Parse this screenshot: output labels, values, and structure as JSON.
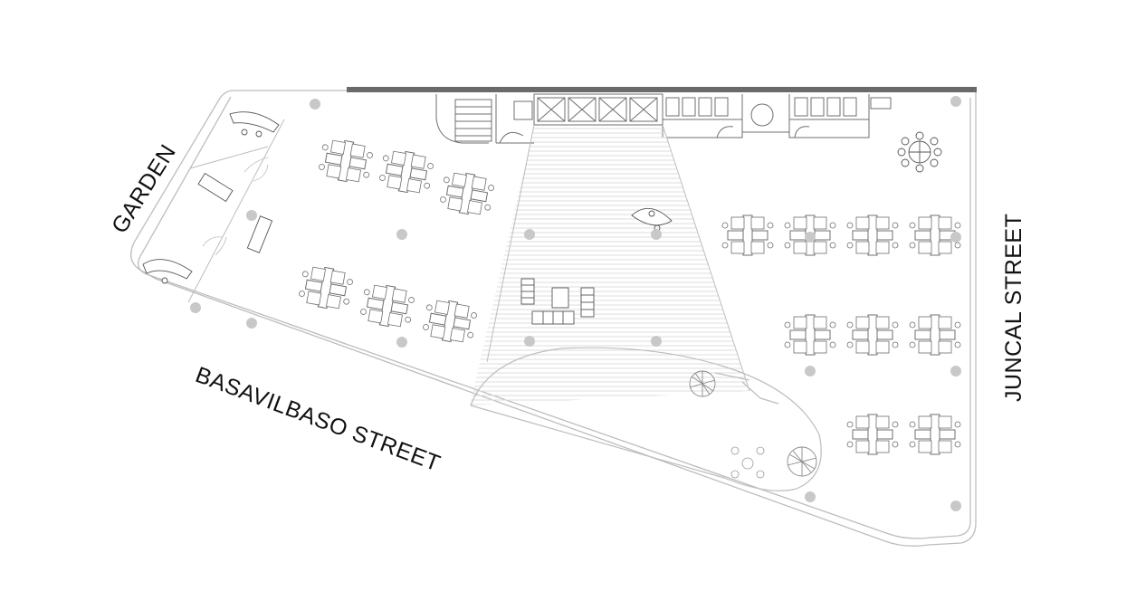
{
  "labels": {
    "garden": "GARDEN",
    "basavilbaso": "BASAVILBASO STREET",
    "juncal": "JUNCAL STREET"
  },
  "colors": {
    "outline": "#bdbdbd",
    "line": "#6f6f6f",
    "wall": "#6a6a6a",
    "column": "#c8c8c8",
    "hatch": "#dedede",
    "label": "#111111"
  }
}
